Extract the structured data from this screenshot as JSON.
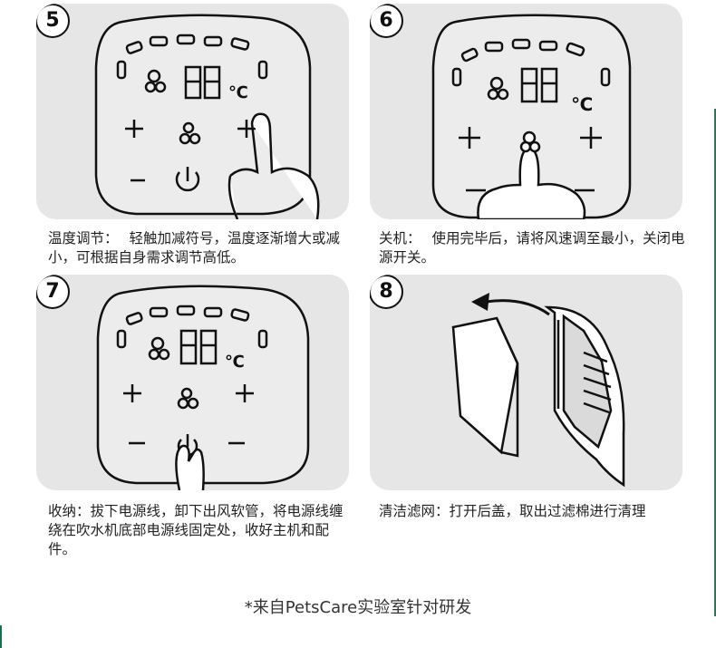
{
  "steps": [
    {
      "number": "5",
      "title": "温度调节：",
      "text": "轻触加减符号，温度逐渐增大或减小，可根据自身需求调节高低。"
    },
    {
      "number": "6",
      "title": "关机：",
      "text": "使用完毕后，请将风速调至最小，关闭电源开关。"
    },
    {
      "number": "7",
      "title": "收纳：",
      "text": "拔下电源线，卸下出风软管，将电源线缠绕在吹水机底部电源线固定处，收好主机和配件。"
    },
    {
      "number": "8",
      "title": "清洁滤网：",
      "text": "打开后盖，取出过滤棉进行清理"
    }
  ],
  "display": {
    "digits": "88",
    "unit": "℃"
  },
  "footer": "*来自PetsCare实验室针对研发"
}
